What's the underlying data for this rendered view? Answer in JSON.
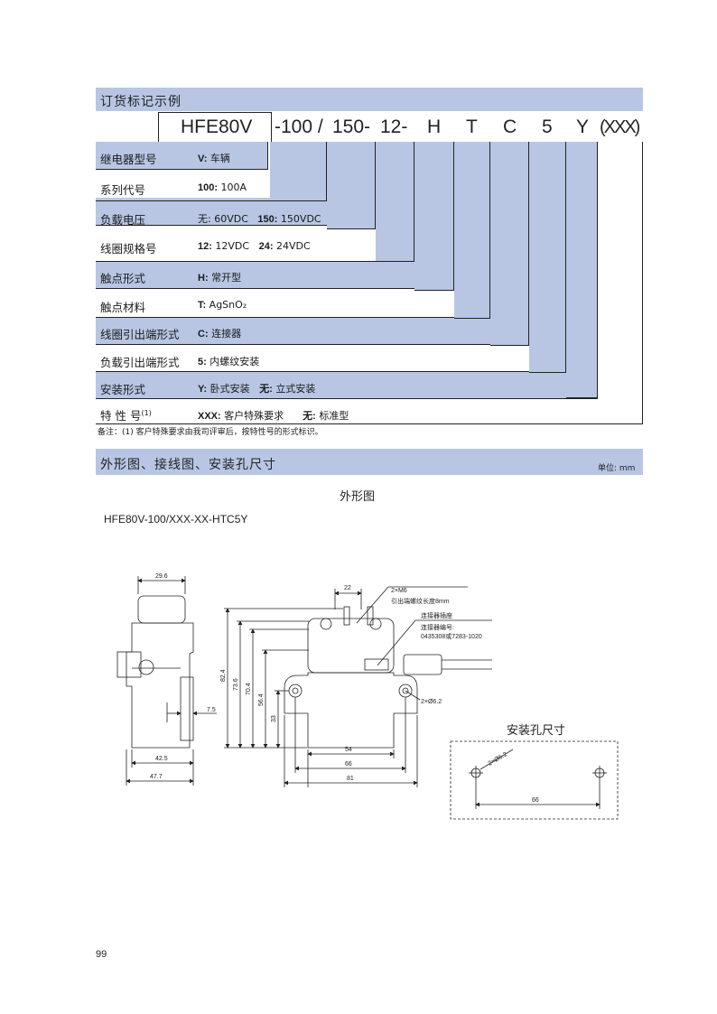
{
  "ordering": {
    "section_title": "订货标记示例",
    "code_segments": [
      "HFE80V",
      "-100 /",
      "150-",
      "12-",
      "H",
      "T",
      "C",
      "5",
      "Y",
      "(XXX)"
    ],
    "rows": [
      {
        "label": "继电器型号",
        "parts": [
          {
            "b": "V:",
            "t": " 车辆"
          }
        ]
      },
      {
        "label": "系列代号",
        "parts": [
          {
            "b": "100:",
            "t": " 100A"
          }
        ]
      },
      {
        "label": "负载电压",
        "parts": [
          {
            "b": "",
            "t": "无: 60VDC"
          },
          {
            "b": "150:",
            "t": " 150VDC"
          }
        ]
      },
      {
        "label": "线圈规格号",
        "parts": [
          {
            "b": "12:",
            "t": " 12VDC"
          },
          {
            "b": "24:",
            "t": " 24VDC"
          }
        ]
      },
      {
        "label": "触点形式",
        "parts": [
          {
            "b": "H:",
            "t": " 常开型"
          }
        ]
      },
      {
        "label": "触点材料",
        "parts": [
          {
            "b": "T:",
            "t": " AgSnO₂"
          }
        ]
      },
      {
        "label": "线圈引出端形式",
        "parts": [
          {
            "b": "C:",
            "t": " 连接器"
          }
        ]
      },
      {
        "label": "负载引出端形式",
        "parts": [
          {
            "b": "5:",
            "t": " 内螺纹安装"
          }
        ]
      },
      {
        "label": "安装形式",
        "parts": [
          {
            "b": "Y:",
            "t": " 卧式安装"
          },
          {
            "b": "无:",
            "t": " 立式安装"
          }
        ]
      },
      {
        "label": "特 性 号",
        "sup": "(1)",
        "parts": [
          {
            "b": "XXX:",
            "t": " 客户特殊要求"
          },
          {
            "b": "无:",
            "t": " 标准型"
          }
        ]
      }
    ],
    "note": "备注：(1) 客户特殊要求由我司评审后，按特性号的形式标识。"
  },
  "outline": {
    "section_title": "外形图、接线图、安装孔尺寸",
    "unit": "单位: mm",
    "drawing_title": "外形图",
    "model": "HFE80V-100/XXX-XX-HTC5Y",
    "mount_title": "安装孔尺寸",
    "dims": {
      "top_width": "29.6",
      "side_offset": "7.5",
      "base_inner": "42.5",
      "base_outer": "47.7",
      "terminal_spacing": "22",
      "h1": "82.4",
      "h2": "73.6",
      "h3": "70.4",
      "h4": "56.4",
      "h5": "33",
      "w1": "54",
      "w2": "66",
      "w3": "81",
      "hole_label": "2×Ø6.2",
      "mount_hole_label": "2×Ø6.2",
      "mount_spacing": "66"
    },
    "callouts": {
      "screw": "2×M6",
      "thread": "引出端螺纹长度8mm",
      "connector": "连接器插座",
      "part_no_label": "连接器编号:",
      "part_no": "0435308或7283-1020"
    }
  },
  "page_number": "99"
}
